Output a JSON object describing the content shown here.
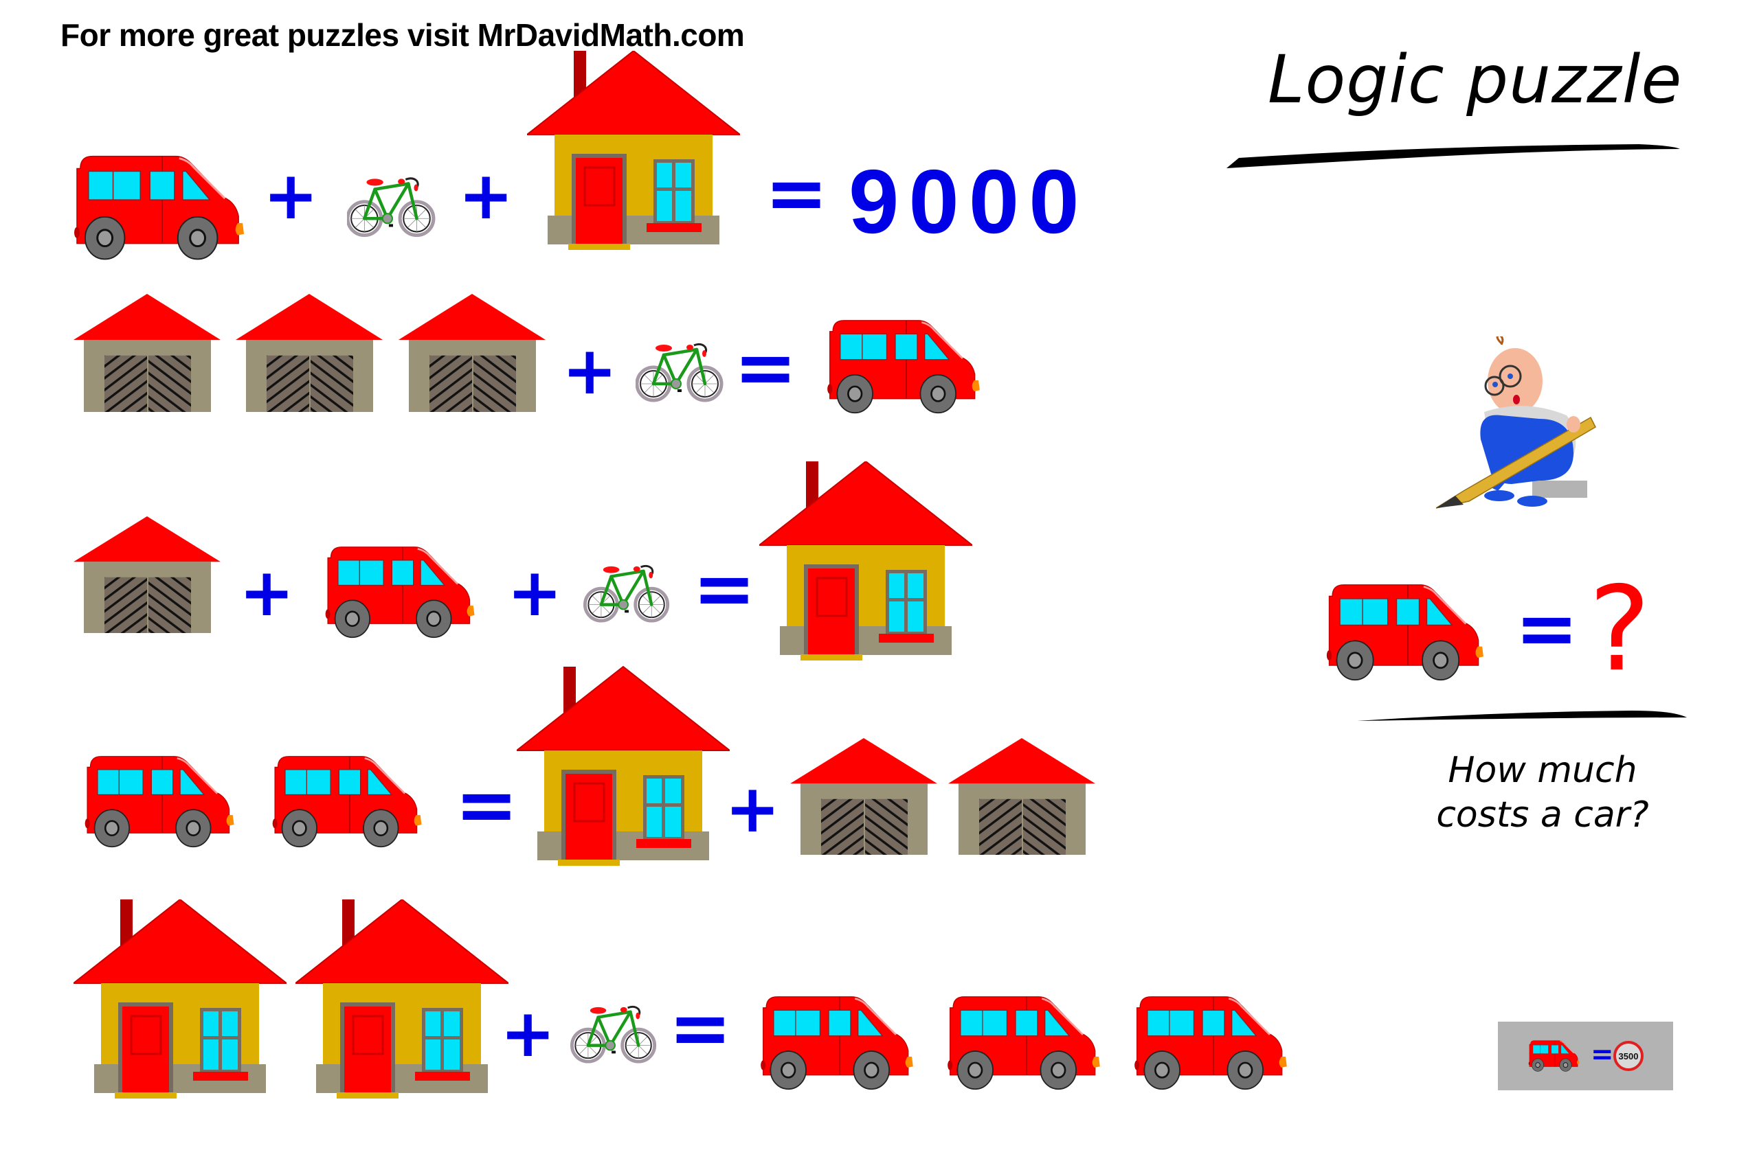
{
  "header": {
    "banner": "For more great puzzles visit MrDavidMath.com",
    "title": "Logic puzzle"
  },
  "symbols": {
    "plus": "+",
    "equals": "="
  },
  "equations": [
    {
      "row": 1,
      "left": [
        "car",
        "bicycle",
        "house"
      ],
      "operators": [
        "+",
        "+"
      ],
      "right": [
        "9000"
      ],
      "result_value": "9000"
    },
    {
      "row": 2,
      "left": [
        "garage",
        "garage",
        "garage",
        "bicycle"
      ],
      "operators": [
        "+"
      ],
      "right": [
        "car"
      ]
    },
    {
      "row": 3,
      "left": [
        "garage",
        "car",
        "bicycle"
      ],
      "operators": [
        "+",
        "+"
      ],
      "right": [
        "house"
      ]
    },
    {
      "row": 4,
      "left": [
        "car",
        "car"
      ],
      "operators": [],
      "right": [
        "house",
        "garage",
        "garage"
      ],
      "right_operators": [
        "+"
      ]
    },
    {
      "row": 5,
      "left": [
        "house",
        "house",
        "bicycle"
      ],
      "operators": [
        "+"
      ],
      "right": [
        "car",
        "car",
        "car"
      ]
    }
  ],
  "question": {
    "item": "car",
    "unknown": "?",
    "line1": "How much",
    "line2": "costs a car?"
  },
  "answer": {
    "item": "car",
    "value": "3500"
  },
  "colors": {
    "plus_equals": "#0000e6",
    "roof": "#ff0000",
    "car_body": "#ff0000",
    "car_window": "#00e1fa",
    "house_wall": "#dcaf00",
    "garage_wall": "#9b9377",
    "garage_door": "#776a5e",
    "question_mark": "#ff0000",
    "answer_box": "#b3b3b3"
  }
}
